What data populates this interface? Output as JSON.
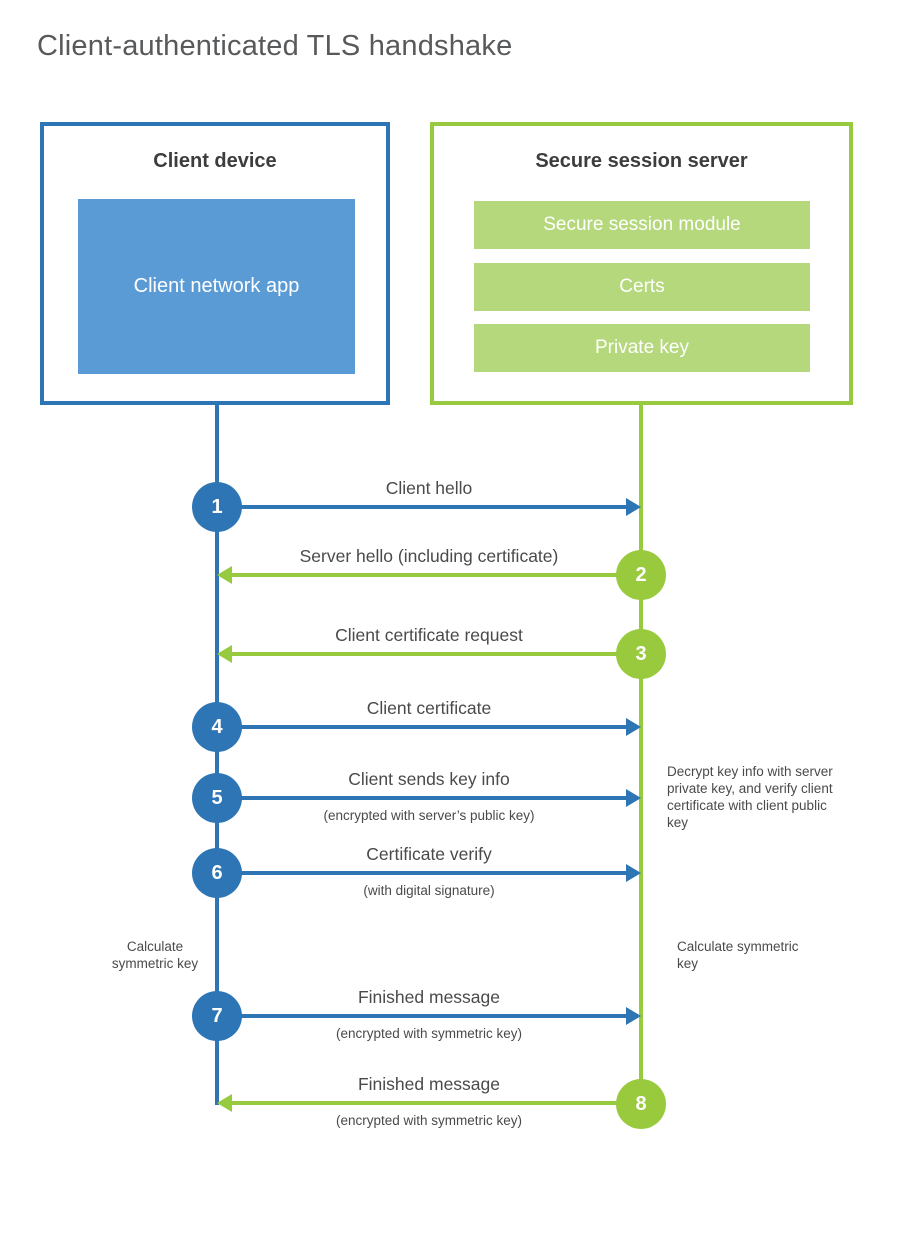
{
  "title": "Client-authenticated TLS handshake",
  "colors": {
    "blue_stroke": "#2e75b5",
    "blue_fill": "#5b9bd5",
    "green_stroke": "#98ca3f",
    "green_fill": "#b4d87b",
    "text_dark": "#3d3d3d",
    "text_gray": "#4a4a4a",
    "title_gray": "#58595b"
  },
  "client": {
    "title": "Client device",
    "app_label": "Client network app"
  },
  "server": {
    "title": "Secure session server",
    "modules": [
      "Secure session module",
      "Certs",
      "Private key"
    ]
  },
  "messages": [
    {
      "num": "1",
      "label": "Client hello",
      "sublabel": "",
      "direction": "right",
      "from": "client"
    },
    {
      "num": "2",
      "label": "Server hello (including certificate)",
      "sublabel": "",
      "direction": "left",
      "from": "server"
    },
    {
      "num": "3",
      "label": "Client certificate request",
      "sublabel": "",
      "direction": "left",
      "from": "server"
    },
    {
      "num": "4",
      "label": "Client certificate",
      "sublabel": "",
      "direction": "right",
      "from": "client"
    },
    {
      "num": "5",
      "label": "Client sends key info",
      "sublabel": "(encrypted with server’s public key)",
      "direction": "right",
      "from": "client"
    },
    {
      "num": "6",
      "label": "Certificate verify",
      "sublabel": "(with digital signature)",
      "direction": "right",
      "from": "client"
    },
    {
      "num": "7",
      "label": "Finished message",
      "sublabel": "(encrypted with symmetric key)",
      "direction": "right",
      "from": "client"
    },
    {
      "num": "8",
      "label": "Finished message",
      "sublabel": "(encrypted with symmetric key)",
      "direction": "left",
      "from": "server"
    }
  ],
  "notes": {
    "decrypt": "Decrypt key info with server private key, and verify client certificate with client public key",
    "calc_left": "Calculate symmetric key",
    "calc_right": "Calculate symmetric key"
  }
}
